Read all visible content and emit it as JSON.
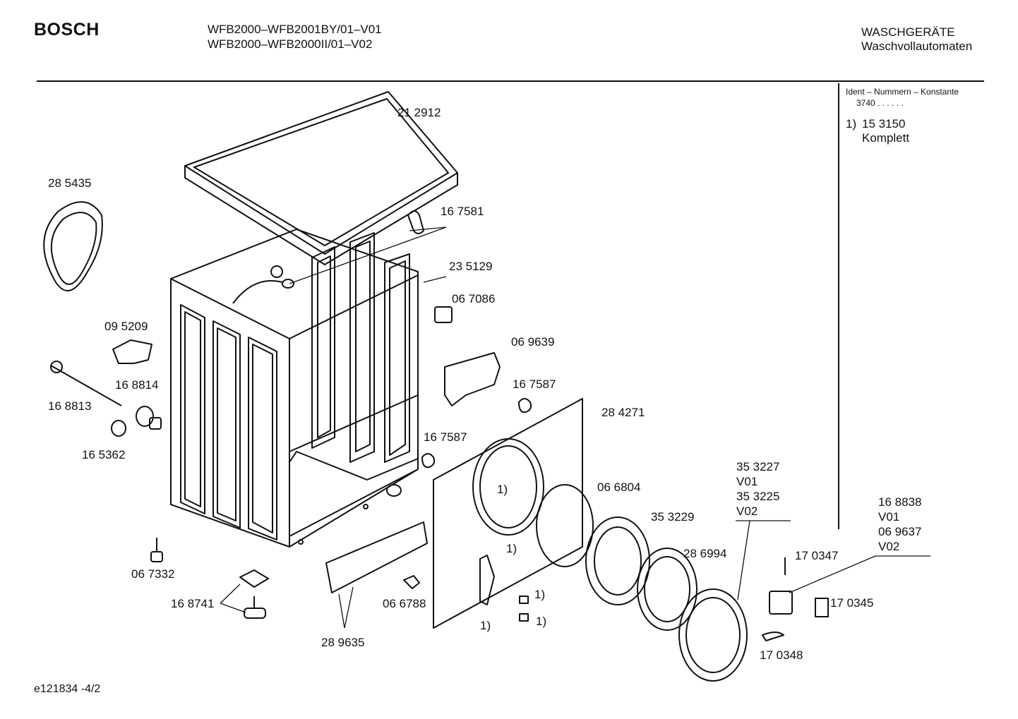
{
  "header": {
    "brand": "BOSCH",
    "models": [
      "WFB2000–WFB2001BY/01–V01",
      "WFB2000–WFB2000II/01–V02"
    ],
    "category": [
      "WASCHGERÄTE",
      "Waschvollautomaten"
    ]
  },
  "legend": {
    "ident_title": "Ident – Nummern – Konstante",
    "ident_value": "3740 . .   . . . .",
    "note_marker": "1)",
    "note_number": "15 3150",
    "note_text": "Komplett"
  },
  "parts": [
    {
      "label": "21 2912"
    },
    {
      "label": "28 5435"
    },
    {
      "label": "16 7581"
    },
    {
      "label": "23 5129"
    },
    {
      "label": "06 7086"
    },
    {
      "label": "09 5209"
    },
    {
      "label": "06 9639"
    },
    {
      "label": "16 8814"
    },
    {
      "label": "16 8813"
    },
    {
      "label": "16 7587"
    },
    {
      "label": "28 4271"
    },
    {
      "label": "16 5362"
    },
    {
      "label": "16 7587"
    },
    {
      "label": "35 3227"
    },
    {
      "label": "V01"
    },
    {
      "label": "35 3225"
    },
    {
      "label": "V02"
    },
    {
      "label": "06 6804"
    },
    {
      "label": "16 8838"
    },
    {
      "label": "V01"
    },
    {
      "label": "06 9637"
    },
    {
      "label": "V02"
    },
    {
      "label": "35 3229"
    },
    {
      "label": "28 6994"
    },
    {
      "label": "17 0347"
    },
    {
      "label": "06 7332"
    },
    {
      "label": "17 0345"
    },
    {
      "label": "06 6788"
    },
    {
      "label": "16 8741"
    },
    {
      "label": "28 9635"
    },
    {
      "label": "17 0348"
    },
    {
      "label": "1)"
    },
    {
      "label": "1)"
    },
    {
      "label": "1)"
    },
    {
      "label": "1)"
    },
    {
      "label": "1)"
    }
  ],
  "footer": {
    "code": "e121834  -4/2"
  }
}
